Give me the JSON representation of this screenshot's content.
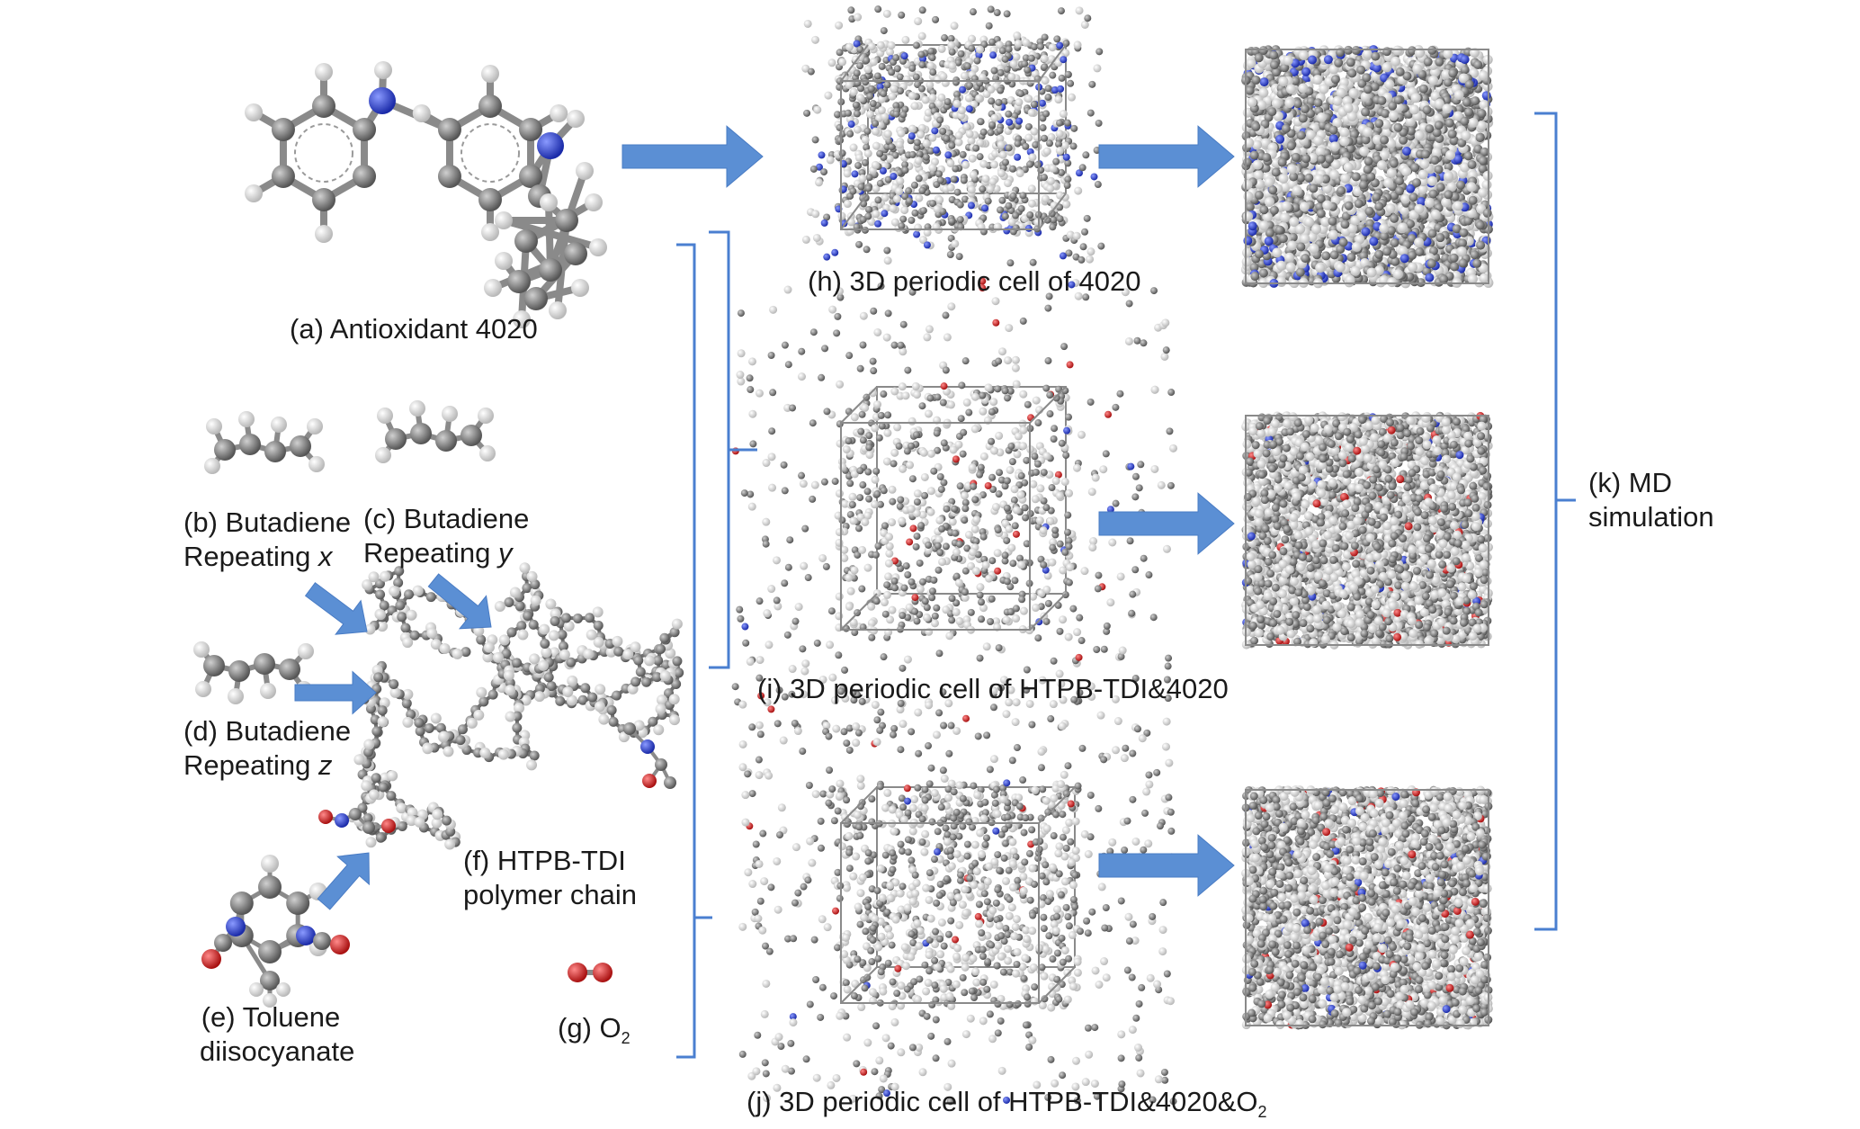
{
  "labels": {
    "a": "(a)  Antioxidant 4020",
    "b_line1": "(b) Butadiene",
    "b_line2": "Repeating",
    "b_var": "x",
    "c_line1": "(c) Butadiene",
    "c_line2": "Repeating",
    "c_var": "y",
    "d_line1": "(d) Butadiene",
    "d_line2": "Repeating",
    "d_var": "z",
    "e_line1": "(e) Toluene",
    "e_line2": "diisocyanate",
    "f_line1": "(f) HTPB-TDI",
    "f_line2": "polymer chain",
    "g_prefix": "(g) O",
    "g_sub": "2",
    "h": "(h) 3D periodic cell of 4020",
    "i": "(i) 3D periodic cell of HTPB-TDI&4020",
    "j_prefix": "(j) 3D periodic cell of HTPB-TDI&4020&O",
    "j_sub": "2",
    "k_line1": "(k) MD",
    "k_line2": "simulation"
  },
  "colors": {
    "arrow": "#5b8fd4",
    "bracket": "#4a7fd0",
    "carbon": "#7a7a7a",
    "hydrogen": "#f2f2f2",
    "nitrogen": "#2a3fd6",
    "oxygen": "#d42020",
    "cell_edge": "#8a8a8a"
  }
}
